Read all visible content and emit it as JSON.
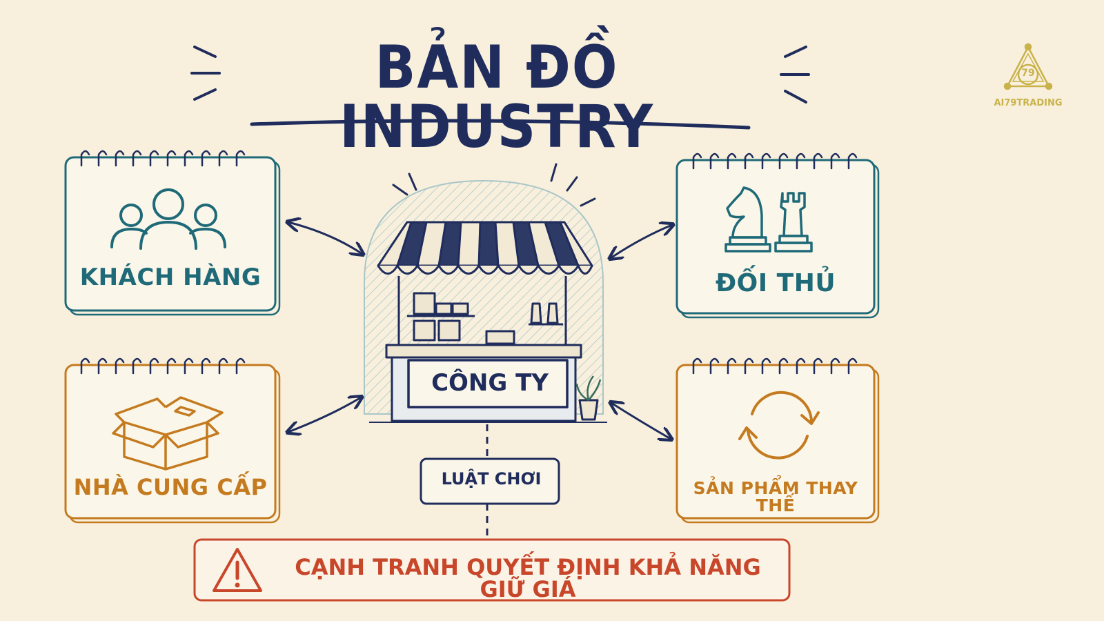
{
  "title": "BẢN ĐỒ INDUSTRY",
  "logo": {
    "text": "AI79TRADING",
    "badge": "79",
    "icon": "triangle-logo-icon",
    "color": "#c9b24a"
  },
  "center": {
    "label": "CÔNG TY",
    "icon": "market-stall-icon"
  },
  "rules": {
    "label": "LUẬT CHƠI"
  },
  "warning": {
    "label": "CẠNH TRANH QUYẾT ĐỊNH KHẢ NĂNG GIỮ GIÁ",
    "icon": "warning-icon",
    "color": "#c8462a"
  },
  "cards": {
    "customers": {
      "label": "KHÁCH HÀNG",
      "icon": "people-icon",
      "color": "#1f6a78"
    },
    "competitors": {
      "label": "ĐỐI THỦ",
      "icon": "chess-pieces-icon",
      "color": "#1f6a78"
    },
    "suppliers": {
      "label": "NHÀ CUNG CẤP",
      "icon": "box-icon",
      "color": "#c47a1e"
    },
    "substitutes": {
      "label": "SẢN PHẨM THAY THẾ",
      "icon": "cycle-arrows-icon",
      "color": "#c47a1e"
    }
  },
  "colors": {
    "navy": "#1f2c5c",
    "background": "#f8f0dd"
  }
}
